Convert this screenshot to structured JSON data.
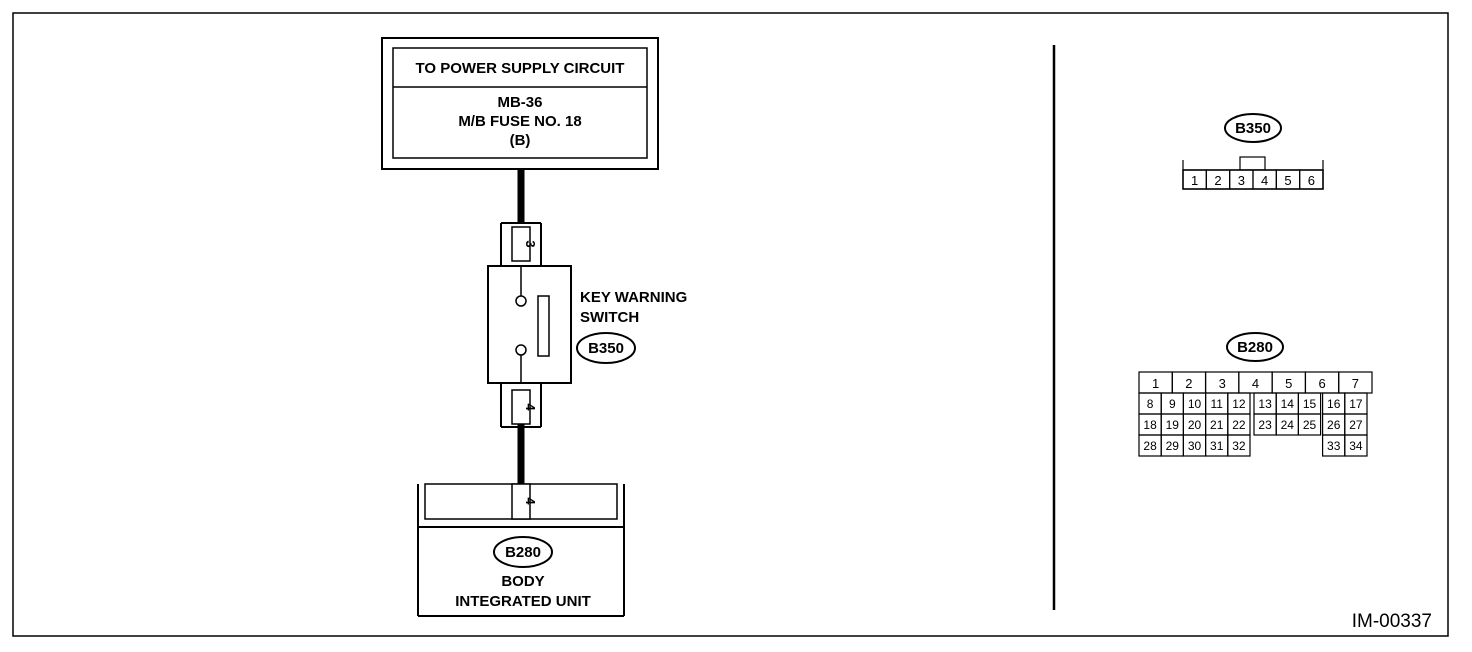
{
  "power_supply": {
    "title": "TO POWER SUPPLY CIRCUIT",
    "line1": "MB-36",
    "line2": "M/B FUSE NO. 18",
    "line3": "(B)"
  },
  "switch": {
    "name_line1": "KEY WARNING",
    "name_line2": "SWITCH",
    "connector": "B350",
    "top_pin": "3",
    "bottom_pin": "4"
  },
  "body_unit": {
    "connector": "B280",
    "pin": "4",
    "name_line1": "BODY",
    "name_line2": "INTEGRATED UNIT"
  },
  "connector_views": {
    "b350": {
      "label": "B350",
      "pins": [
        "1",
        "2",
        "3",
        "4",
        "5",
        "6"
      ]
    },
    "b280": {
      "label": "B280",
      "row1": [
        "1",
        "2",
        "3",
        "4",
        "5",
        "6",
        "7"
      ],
      "row2": [
        "8",
        "9",
        "10",
        "11",
        "12",
        "13",
        "14",
        "15",
        "16",
        "17"
      ],
      "row3": [
        "18",
        "19",
        "20",
        "21",
        "22",
        "23",
        "24",
        "25",
        "26",
        "27"
      ],
      "row4": [
        "28",
        "29",
        "30",
        "31",
        "32",
        "",
        "",
        "",
        "33",
        "34"
      ]
    }
  },
  "figure_code": "IM-00337"
}
